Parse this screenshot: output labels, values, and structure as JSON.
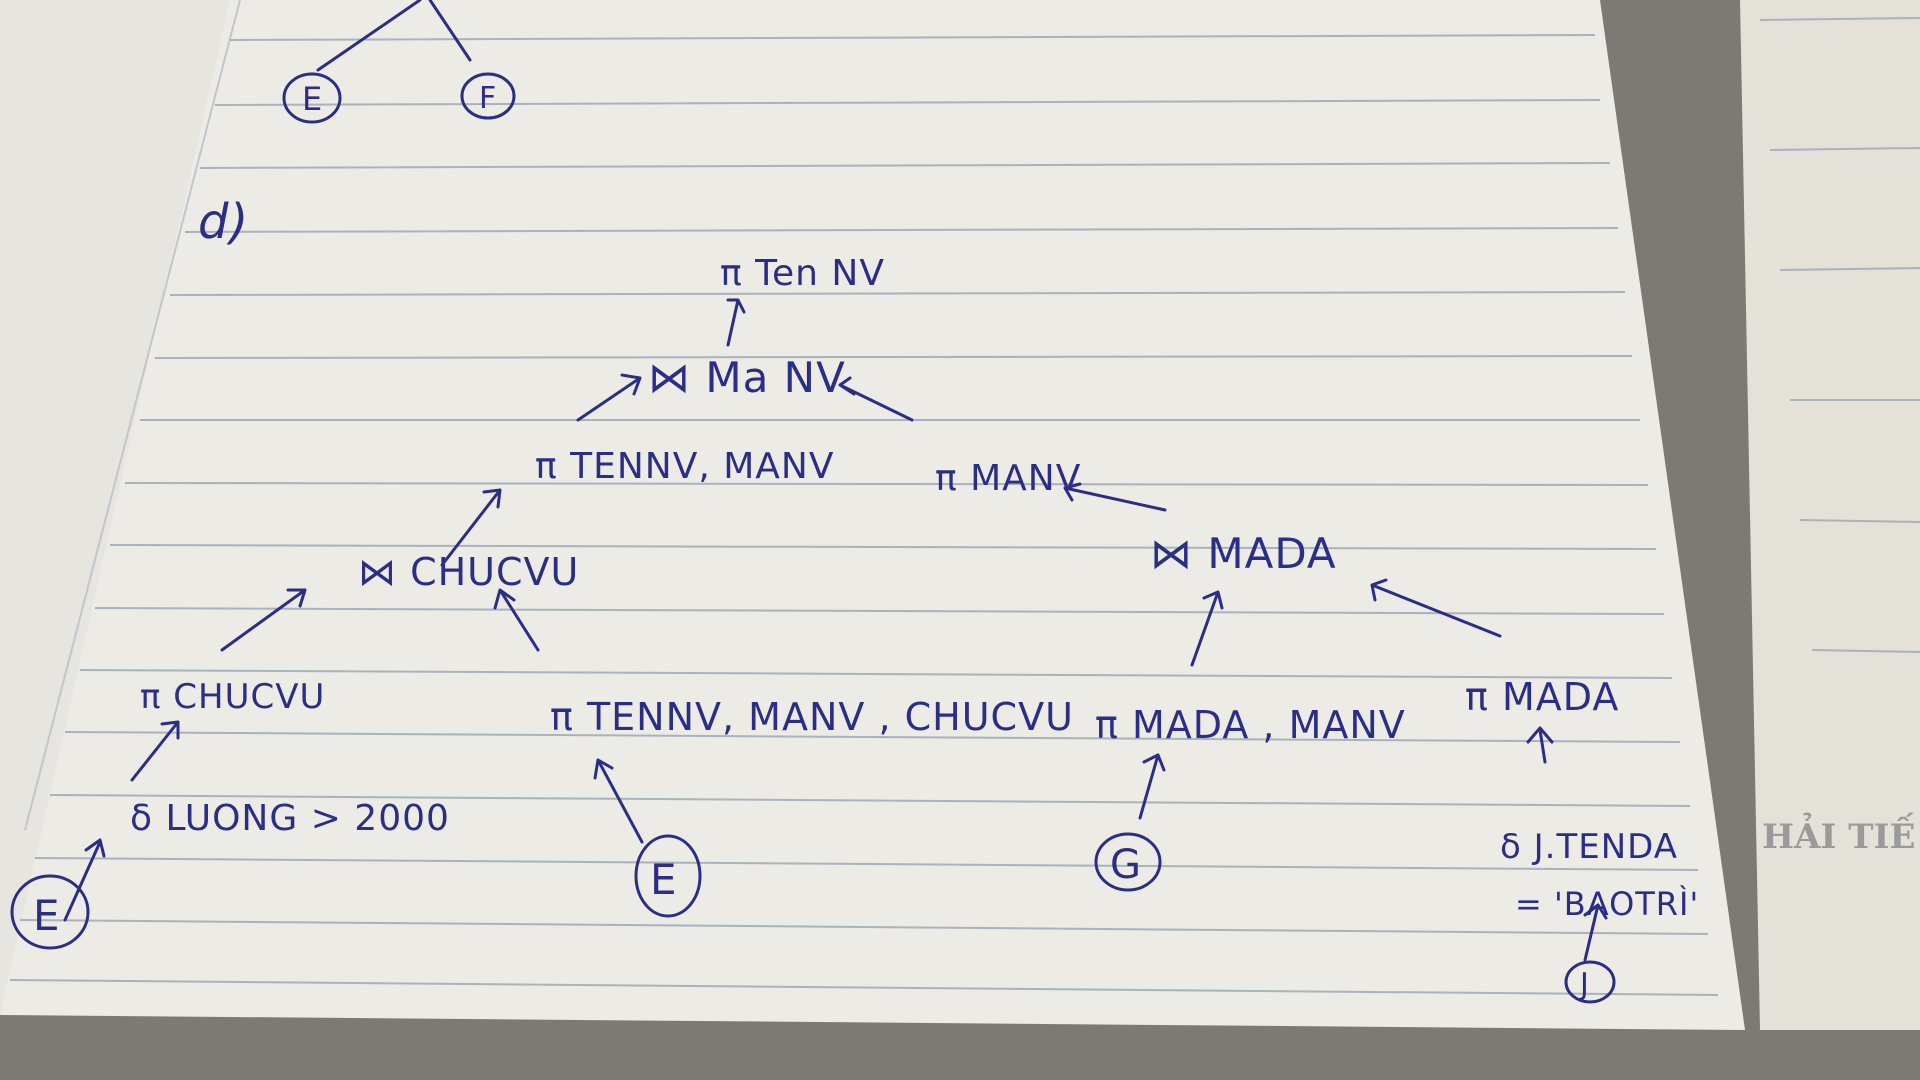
{
  "paper": {
    "colors": {
      "paper": "#ecebe6",
      "ink": "#2b2e86",
      "rule": "#a9b2bd",
      "background": "#7d7a76"
    }
  },
  "top_fragment": {
    "left_node": "E",
    "right_node": "F"
  },
  "section_label": "d)",
  "tree": {
    "root": "π Ten NV",
    "join_manv": "⋈ Ma NV",
    "proj_tennv_manv": "π TENNV, MANV",
    "proj_manv": "π MANV",
    "join_chucvu": "⋈ CHUCVU",
    "join_mada": "⋈ MADA",
    "proj_chucvu": "π CHUCVU",
    "proj_tennv_manv_chucvu": "π TENNV, MANV , CHUCVU",
    "proj_mada_manv": "π MADA , MANV",
    "proj_mada": "π MADA",
    "select_luong": "δ LUONG > 2000",
    "select_tenda_1": "δ J.TENDA",
    "select_tenda_2": "= 'BAOTRÌ'",
    "leaf_e1": "E",
    "leaf_e2": "E",
    "leaf_g": "G",
    "leaf_j": "J"
  },
  "right_page": {
    "text": "HẢI TIẾ"
  }
}
